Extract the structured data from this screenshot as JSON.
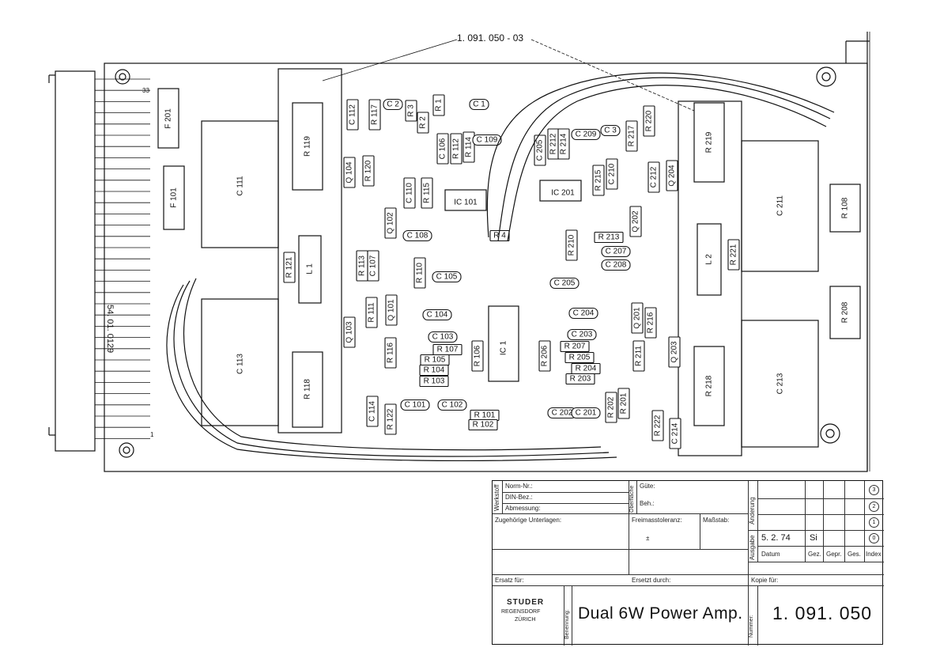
{
  "drawing": {
    "part_number_callout": "1. 091. 050 - 03",
    "connector_label": "54. 01. 0129",
    "pin_top": "33",
    "pin_bottom": "1",
    "components": {
      "F201": "F 201",
      "F101": "F 101",
      "C111": "C 111",
      "C113": "C 113",
      "R119": "R 119",
      "L1": "L 1",
      "R121": "R 121",
      "R118": "R 118",
      "Q104": "Q 104",
      "Q103": "Q 103",
      "C112": "C 112",
      "R117": "R 117",
      "C2": "C 2",
      "R3": "R 3",
      "R2": "R 2",
      "R1": "R 1",
      "C1": "C 1",
      "R120": "R 120",
      "C110": "C 110",
      "R115": "R 115",
      "IC101": "IC 101",
      "Q102": "Q 102",
      "C108": "C 108",
      "R113": "R 113",
      "C107": "C 107",
      "R110": "R 110",
      "C105": "C 105",
      "Q101": "Q 101",
      "R111": "R 111",
      "C104": "C 104",
      "C103": "C 103",
      "R107": "R 107",
      "R105": "R 105",
      "R104": "R 104",
      "R103": "R 103",
      "R106": "R 106",
      "R116": "R 116",
      "IC1": "IC 1",
      "C101": "C 101",
      "C102": "C 102",
      "R101": "R 101",
      "R102": "R 102",
      "C114": "C 114",
      "R122": "R 122",
      "C106": "C 106",
      "R112": "R 112",
      "R114": "R 114",
      "C109": "C 109",
      "R4": "R 4",
      "C205": "C 205",
      "R212": "R 212",
      "R214": "R 214",
      "C209": "C 209",
      "C3": "C 3",
      "R217": "R 217",
      "R220": "R 220",
      "IC201": "IC 201",
      "R215": "R 215",
      "C210": "C 210",
      "C212": "C 212",
      "Q204": "Q 204",
      "Q202": "Q 202",
      "R210": "R 210",
      "R213": "R 213",
      "C207": "C 207",
      "C208": "C 208",
      "C205b": "C 205",
      "C204": "C 204",
      "C203": "C 203",
      "R207": "R 207",
      "R205": "R 205",
      "R204": "R 204",
      "R203": "R 203",
      "R206": "R 206",
      "Q201": "Q 201",
      "R216": "R 216",
      "R211": "R 211",
      "Q203": "Q 203",
      "R202": "R 202",
      "R201": "R 201",
      "C202": "C 202",
      "C201": "C 201",
      "R222": "R 222",
      "C214": "C 214",
      "R219": "R 219",
      "L2": "L 2",
      "R221": "R 221",
      "R218": "R 218",
      "C211": "C 211",
      "C213": "C 213",
      "R108": "R 108",
      "R208": "R 208"
    }
  },
  "title_block": {
    "werkstoff": "Werkstoff",
    "norm_nr": "Norm-Nr.:",
    "din_bez": "DIN-Bez.:",
    "abmessung": "Abmessung:",
    "oberflaeche": "Oberfläche",
    "guete": "Güte:",
    "beh": "Beh.:",
    "aenderung": "Änderung",
    "zugehoerige": "Zugehörige Unterlagen:",
    "freimass": "Freimasstoleranz:",
    "freimass_val": "±",
    "massstab": "Maßstab:",
    "ausgabe": "Ausgabe",
    "date_val": "5. 2. 74",
    "gez_val": "Si",
    "datum": "Datum",
    "gez": "Gez.",
    "gepr": "Gepr.",
    "ges": "Ges.",
    "index": "Index",
    "idx3": "3",
    "idx2": "2",
    "idx1": "1",
    "idx0": "0",
    "ersatz_fuer": "Ersatz für:",
    "ersetzt_durch": "Ersetzt durch:",
    "kopie_fuer": "Kopie für:",
    "brand": "STUDER",
    "city1": "REGENSDORF",
    "city2": "ZÜRICH",
    "benennung": "Benennung:",
    "title": "Dual 6W Power Amp.",
    "nummer": "Nummer:",
    "number": "1. 091. 050"
  }
}
